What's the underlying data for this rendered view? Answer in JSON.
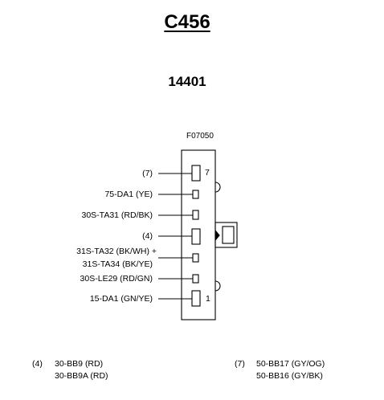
{
  "connector": {
    "title": "C456",
    "part_number": "14401",
    "figure_code": "F07050",
    "pin_numbers": {
      "top": "7",
      "bottom": "1"
    }
  },
  "wires": [
    {
      "label": "(7)"
    },
    {
      "label": "75-DA1 (YE)"
    },
    {
      "label": "30S-TA31 (RD/BK)"
    },
    {
      "label": "(4)"
    },
    {
      "label": "31S-TA32 (BK/WH) +"
    },
    {
      "label": "31S-TA34 (BK/YE)"
    },
    {
      "label": "30S-LE29 (RD/GN)"
    },
    {
      "label": "15-DA1 (GN/YE)"
    }
  ],
  "notes": {
    "left": {
      "ref": "(4)",
      "lines": [
        "30-BB9 (RD)",
        "30-BB9A (RD)"
      ]
    },
    "right": {
      "ref": "(7)",
      "lines": [
        "50-BB17 (GY/OG)",
        "50-BB16 (GY/BK)"
      ]
    }
  }
}
